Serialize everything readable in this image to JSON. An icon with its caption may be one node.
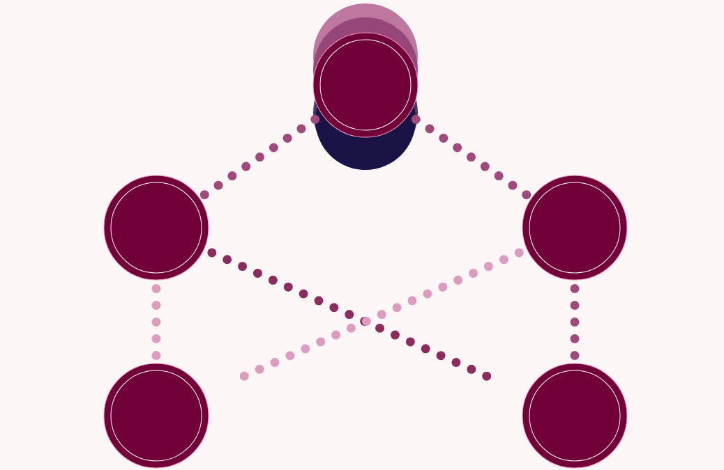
{
  "diagram": {
    "nodes": [
      {
        "text": [],
        "shape": "circle"
      },
      {
        "text": [],
        "shape": "circle"
      },
      {
        "text": [],
        "shape": "circle"
      },
      {
        "text": [],
        "shape": "circle"
      },
      {
        "text": [],
        "shape": "circle"
      }
    ],
    "edges": [
      {
        "from": 0,
        "to": 1,
        "arrow": "none",
        "color": "#a04a7c"
      },
      {
        "from": 0,
        "to": 2,
        "arrow": "none",
        "color": "#a04a7c"
      },
      {
        "from": 1,
        "to": 3,
        "arrow": "none",
        "color": "#db9cbf"
      },
      {
        "from": 2,
        "to": 4,
        "arrow": "none",
        "color": "#a04a7c"
      },
      {
        "from": 1,
        "to": 4,
        "arrow": "none",
        "color": "#8c2c5e"
      },
      {
        "from": 2,
        "to": 3,
        "arrow": "none",
        "color": "#db9cbf"
      }
    ]
  }
}
